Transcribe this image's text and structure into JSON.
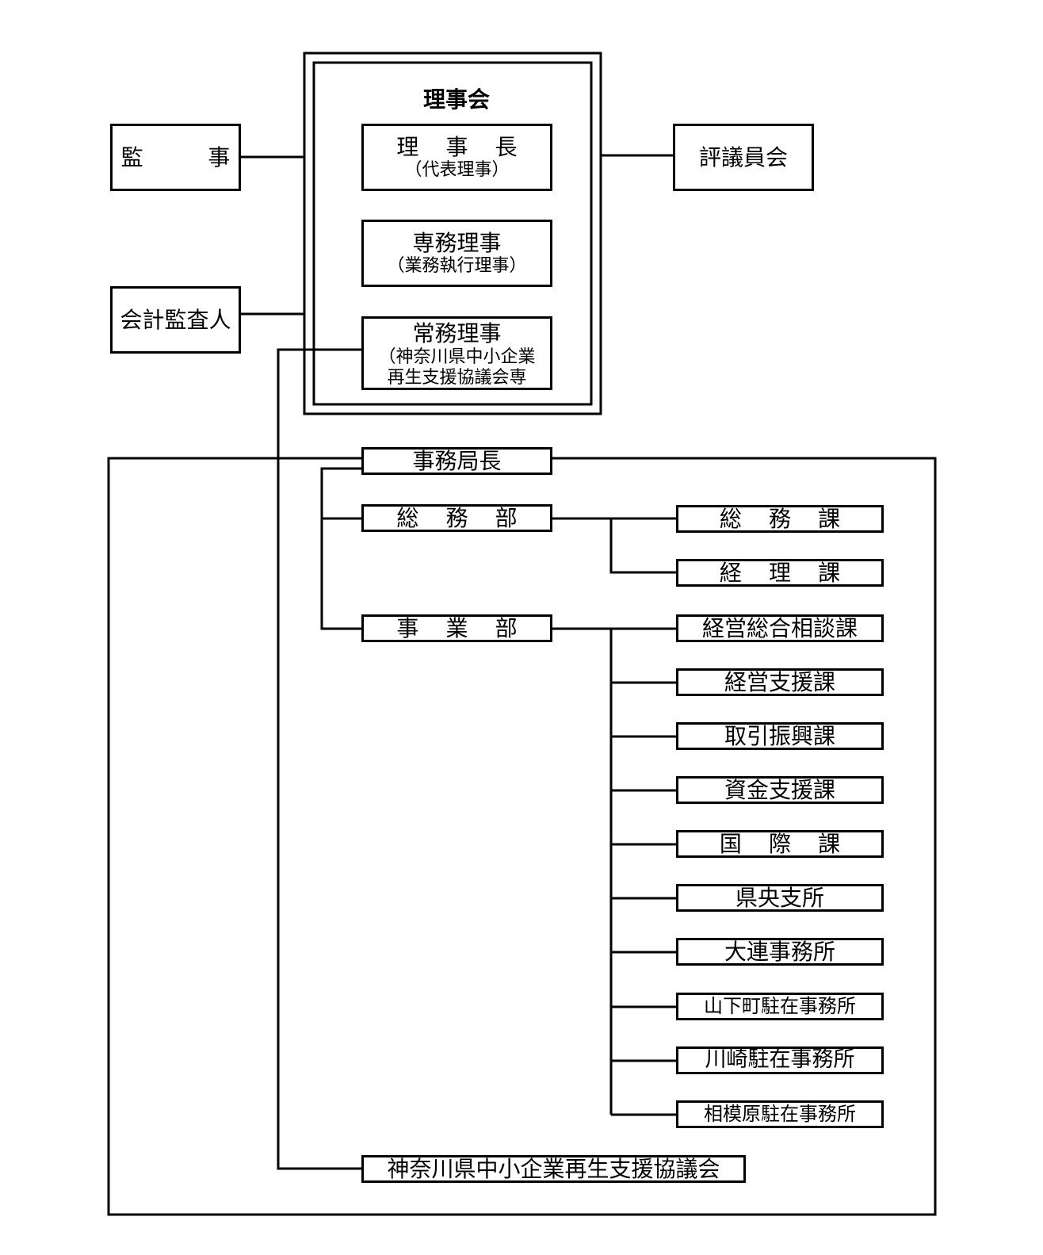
{
  "board": {
    "title": "理事会",
    "chairman": "理 事 長",
    "chairman_sub": "（代表理事）",
    "senmu": "専務理事",
    "senmu_sub": "（業務執行理事）",
    "jomu": "常務理事",
    "jomu_sub1": "（神奈川県中小企業",
    "jomu_sub2": "再生支援協議会専"
  },
  "auditor": "監 事",
  "accounting_auditor": "会計監査人",
  "councilors": "評議員会",
  "secretariat_head": "事務局長",
  "general_affairs_dept": {
    "label": "総 務 部",
    "sections": [
      "総 務 課",
      "経 理 課"
    ]
  },
  "business_dept": {
    "label": "事 業 部",
    "sections": [
      "経営総合相談課",
      "経営支援課",
      "取引振興課",
      "資金支援課",
      "国 際 課",
      "県央支所",
      "大連事務所",
      "山下町駐在事務所",
      "川崎駐在事務所",
      "相模原駐在事務所"
    ]
  },
  "council": "神奈川県中小企業再生支援協議会"
}
